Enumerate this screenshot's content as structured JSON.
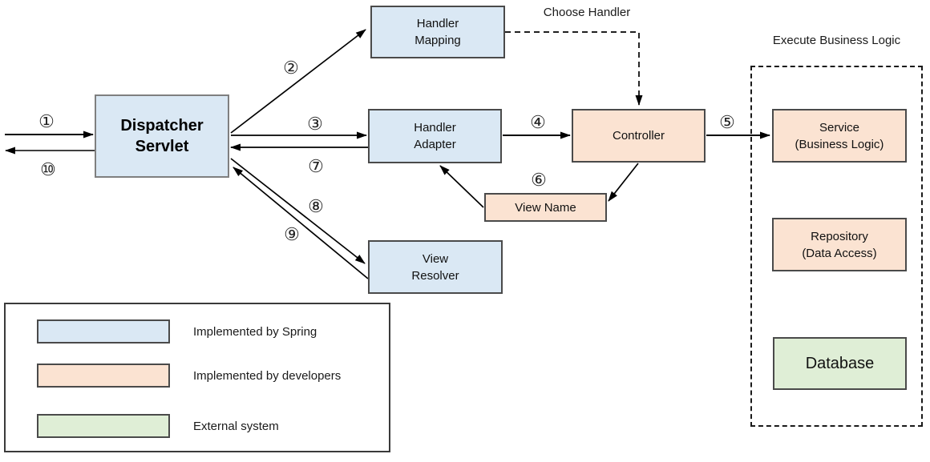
{
  "diagram": {
    "annotations": {
      "choose_handler": "Choose Handler",
      "execute_business_logic": "Execute Business Logic"
    },
    "nodes": {
      "dispatcher_servlet": {
        "line1": "Dispatcher",
        "line2": "Servlet"
      },
      "handler_mapping": {
        "line1": "Handler",
        "line2": "Mapping"
      },
      "handler_adapter": {
        "line1": "Handler",
        "line2": "Adapter"
      },
      "controller": {
        "label": "Controller"
      },
      "view_name": {
        "label": "View Name"
      },
      "view_resolver": {
        "line1": "View",
        "line2": "Resolver"
      },
      "service": {
        "line1": "Service",
        "line2": "(Business Logic)"
      },
      "repository": {
        "line1": "Repository",
        "line2": "(Data Access)"
      },
      "database": {
        "label": "Database"
      }
    },
    "steps": {
      "s1": "①",
      "s2": "②",
      "s3": "③",
      "s4": "④",
      "s5": "⑤",
      "s6": "⑥",
      "s7": "⑦",
      "s8": "⑧",
      "s9": "⑨",
      "s10": "⑩"
    },
    "legend": {
      "items": [
        {
          "label": "Implemented by Spring",
          "color": "#dae8f4"
        },
        {
          "label": "Implemented by developers",
          "color": "#fbe3d2"
        },
        {
          "label": "External system",
          "color": "#dfeed6"
        }
      ]
    },
    "colors": {
      "spring_box": "#dae8f4",
      "developer_box": "#fbe3d2",
      "external_box": "#dfeed6",
      "arrow": "#000000"
    }
  }
}
